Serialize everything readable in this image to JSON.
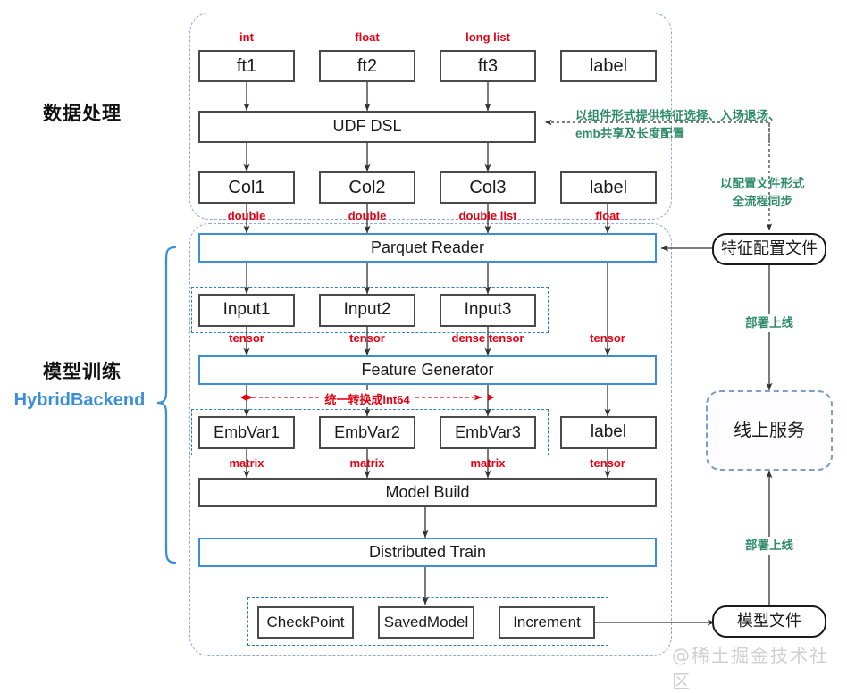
{
  "sections": {
    "data_processing": "数据处理",
    "model_training": "模型训练",
    "hybrid_backend": "HybridBackend"
  },
  "data_processing": {
    "feature_types": [
      "int",
      "float",
      "long list"
    ],
    "features": [
      "ft1",
      "ft2",
      "ft3"
    ],
    "label": "label",
    "udf": "UDF DSL",
    "columns": [
      "Col1",
      "Col2",
      "Col3"
    ],
    "column_label": "label",
    "column_types": [
      "double",
      "double",
      "double list"
    ],
    "label_type": "float"
  },
  "model_training": {
    "parquet_reader": "Parquet Reader",
    "inputs": [
      "Input1",
      "Input2",
      "Input3"
    ],
    "input_types": [
      "tensor",
      "tensor",
      "dense tensor"
    ],
    "label_input_type": "tensor",
    "feature_generator": "Feature Generator",
    "convert_note": "统一转换成int64",
    "emb_vars": [
      "EmbVar1",
      "EmbVar2",
      "EmbVar3"
    ],
    "emb_label": "label",
    "emb_types": [
      "matrix",
      "matrix",
      "matrix"
    ],
    "emb_label_type": "tensor",
    "model_build": "Model Build",
    "distributed_train": "Distributed Train",
    "outputs": [
      "CheckPoint",
      "SavedModel",
      "Increment"
    ]
  },
  "right_column": {
    "feature_config_file": "特征配置文件",
    "online_service": "线上服务",
    "model_file": "模型文件",
    "deploy_top": "部署上线",
    "deploy_bottom": "部署上线"
  },
  "annotations": {
    "component_note": "以组件形式提供特征选择、入场退场、\nemb共享及长度配置",
    "config_note": "以配置文件形式\n全流程同步"
  },
  "watermark": "@稀土掘金技术社区",
  "colors": {
    "blue_border": "#3d8ed9",
    "red_text": "#e60012",
    "green_text": "#2e8b68",
    "dash_outer": "#8fa8cf",
    "dash_inner": "#2f7fb5",
    "node_border": "#4a4a4a"
  }
}
